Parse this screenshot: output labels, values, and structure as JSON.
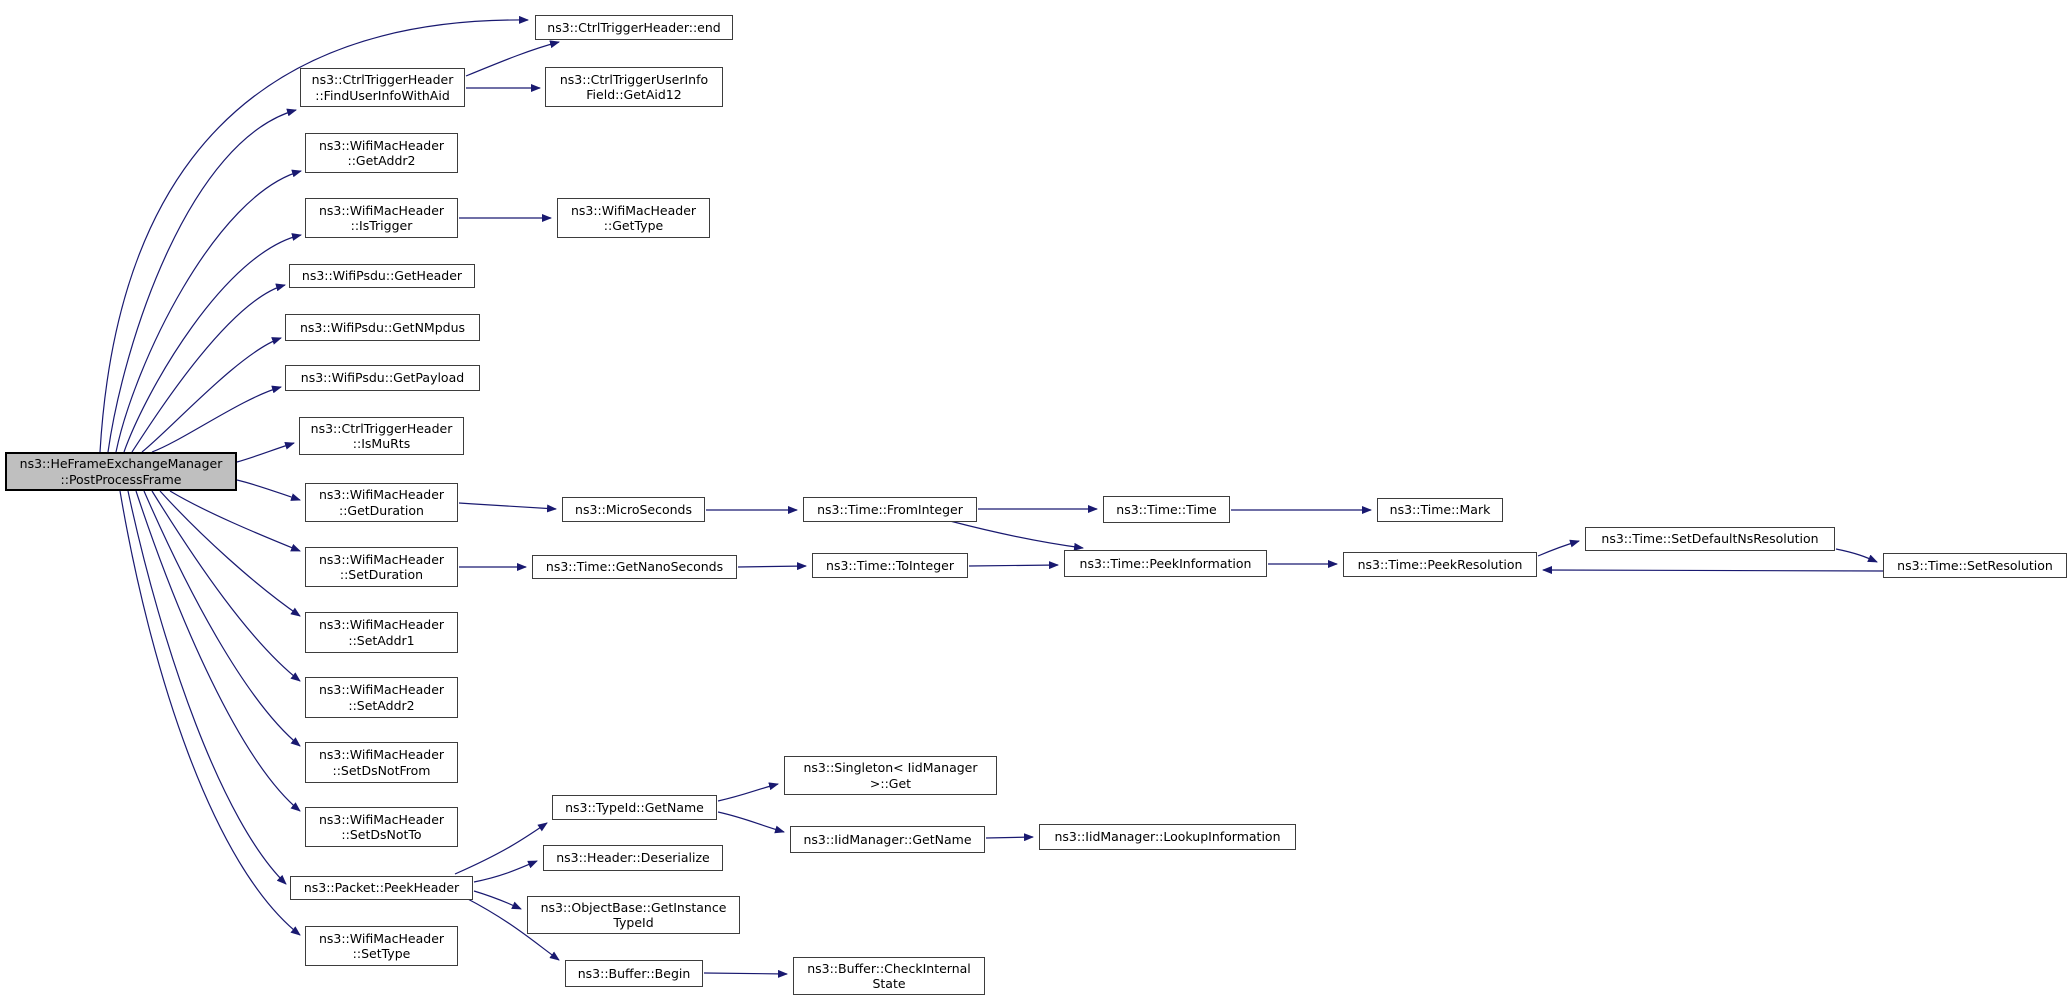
{
  "graph": {
    "kind": "doxygen-call-graph",
    "root_function": "ns3::HeFrameExchangeManager::PostProcessFrame",
    "colors": {
      "edge": "#191970",
      "node_border": "#3d3d3d",
      "node_fill": "#ffffff",
      "root_fill": "#bfbfbf",
      "text": "#000000",
      "background": "#ffffff"
    },
    "nodes": [
      {
        "id": "post-process-frame",
        "label": "ns3::HeFrameExchangeManager\n::PostProcessFrame",
        "root": true
      },
      {
        "id": "ctrl-trigger-header-end",
        "label": "ns3::CtrlTriggerHeader::end"
      },
      {
        "id": "find-user-info-with-aid",
        "label": "ns3::CtrlTriggerHeader\n::FindUserInfoWithAid"
      },
      {
        "id": "get-aid12",
        "label": "ns3::CtrlTriggerUserInfo\nField::GetAid12"
      },
      {
        "id": "get-addr2",
        "label": "ns3::WifiMacHeader\n::GetAddr2"
      },
      {
        "id": "is-trigger",
        "label": "ns3::WifiMacHeader\n::IsTrigger"
      },
      {
        "id": "get-type",
        "label": "ns3::WifiMacHeader\n::GetType"
      },
      {
        "id": "psdu-get-header",
        "label": "ns3::WifiPsdu::GetHeader"
      },
      {
        "id": "get-n-mpdus",
        "label": "ns3::WifiPsdu::GetNMpdus"
      },
      {
        "id": "get-payload",
        "label": "ns3::WifiPsdu::GetPayload"
      },
      {
        "id": "is-mu-rts",
        "label": "ns3::CtrlTriggerHeader\n::IsMuRts"
      },
      {
        "id": "get-duration",
        "label": "ns3::WifiMacHeader\n::GetDuration"
      },
      {
        "id": "micro-seconds",
        "label": "ns3::MicroSeconds"
      },
      {
        "id": "time-from-integer",
        "label": "ns3::Time::FromInteger"
      },
      {
        "id": "time-time",
        "label": "ns3::Time::Time"
      },
      {
        "id": "time-mark",
        "label": "ns3::Time::Mark"
      },
      {
        "id": "set-duration",
        "label": "ns3::WifiMacHeader\n::SetDuration"
      },
      {
        "id": "get-nano-seconds",
        "label": "ns3::Time::GetNanoSeconds"
      },
      {
        "id": "time-to-integer",
        "label": "ns3::Time::ToInteger"
      },
      {
        "id": "peek-information",
        "label": "ns3::Time::PeekInformation"
      },
      {
        "id": "peek-resolution",
        "label": "ns3::Time::PeekResolution"
      },
      {
        "id": "set-default-ns-resolution",
        "label": "ns3::Time::SetDefaultNsResolution"
      },
      {
        "id": "set-resolution",
        "label": "ns3::Time::SetResolution"
      },
      {
        "id": "set-addr1",
        "label": "ns3::WifiMacHeader\n::SetAddr1"
      },
      {
        "id": "set-addr2",
        "label": "ns3::WifiMacHeader\n::SetAddr2"
      },
      {
        "id": "set-ds-not-from",
        "label": "ns3::WifiMacHeader\n::SetDsNotFrom"
      },
      {
        "id": "set-ds-not-to",
        "label": "ns3::WifiMacHeader\n::SetDsNotTo"
      },
      {
        "id": "type-id-get-name",
        "label": "ns3::TypeId::GetName"
      },
      {
        "id": "singleton-iid-manager-get",
        "label": "ns3::Singleton< IidManager\n>::Get"
      },
      {
        "id": "iid-manager-get-name",
        "label": "ns3::IidManager::GetName"
      },
      {
        "id": "lookup-information",
        "label": "ns3::IidManager::LookupInformation"
      },
      {
        "id": "packet-peek-header",
        "label": "ns3::Packet::PeekHeader"
      },
      {
        "id": "header-deserialize",
        "label": "ns3::Header::Deserialize"
      },
      {
        "id": "get-instance-type-id",
        "label": "ns3::ObjectBase::GetInstance\nTypeId"
      },
      {
        "id": "buffer-begin",
        "label": "ns3::Buffer::Begin"
      },
      {
        "id": "check-internal-state",
        "label": "ns3::Buffer::CheckInternal\nState"
      },
      {
        "id": "set-type",
        "label": "ns3::WifiMacHeader\n::SetType"
      }
    ],
    "edges": [
      {
        "from": "post-process-frame",
        "to": "ctrl-trigger-header-end"
      },
      {
        "from": "post-process-frame",
        "to": "find-user-info-with-aid"
      },
      {
        "from": "post-process-frame",
        "to": "get-addr2"
      },
      {
        "from": "post-process-frame",
        "to": "is-trigger"
      },
      {
        "from": "post-process-frame",
        "to": "psdu-get-header"
      },
      {
        "from": "post-process-frame",
        "to": "get-n-mpdus"
      },
      {
        "from": "post-process-frame",
        "to": "get-payload"
      },
      {
        "from": "post-process-frame",
        "to": "is-mu-rts"
      },
      {
        "from": "post-process-frame",
        "to": "get-duration"
      },
      {
        "from": "post-process-frame",
        "to": "set-duration"
      },
      {
        "from": "post-process-frame",
        "to": "set-addr1"
      },
      {
        "from": "post-process-frame",
        "to": "set-addr2"
      },
      {
        "from": "post-process-frame",
        "to": "set-ds-not-from"
      },
      {
        "from": "post-process-frame",
        "to": "set-ds-not-to"
      },
      {
        "from": "post-process-frame",
        "to": "packet-peek-header"
      },
      {
        "from": "post-process-frame",
        "to": "set-type"
      },
      {
        "from": "find-user-info-with-aid",
        "to": "ctrl-trigger-header-end"
      },
      {
        "from": "find-user-info-with-aid",
        "to": "get-aid12"
      },
      {
        "from": "is-trigger",
        "to": "get-type"
      },
      {
        "from": "get-duration",
        "to": "micro-seconds"
      },
      {
        "from": "micro-seconds",
        "to": "time-from-integer"
      },
      {
        "from": "time-from-integer",
        "to": "time-time"
      },
      {
        "from": "time-from-integer",
        "to": "peek-information"
      },
      {
        "from": "time-time",
        "to": "time-mark"
      },
      {
        "from": "set-duration",
        "to": "get-nano-seconds"
      },
      {
        "from": "get-nano-seconds",
        "to": "time-to-integer"
      },
      {
        "from": "time-to-integer",
        "to": "peek-information"
      },
      {
        "from": "peek-information",
        "to": "peek-resolution"
      },
      {
        "from": "peek-resolution",
        "to": "set-default-ns-resolution"
      },
      {
        "from": "set-default-ns-resolution",
        "to": "set-resolution"
      },
      {
        "from": "set-resolution",
        "to": "peek-resolution"
      },
      {
        "from": "packet-peek-header",
        "to": "type-id-get-name"
      },
      {
        "from": "packet-peek-header",
        "to": "header-deserialize"
      },
      {
        "from": "packet-peek-header",
        "to": "get-instance-type-id"
      },
      {
        "from": "packet-peek-header",
        "to": "buffer-begin"
      },
      {
        "from": "type-id-get-name",
        "to": "singleton-iid-manager-get"
      },
      {
        "from": "type-id-get-name",
        "to": "iid-manager-get-name"
      },
      {
        "from": "iid-manager-get-name",
        "to": "lookup-information"
      },
      {
        "from": "buffer-begin",
        "to": "check-internal-state"
      }
    ]
  }
}
